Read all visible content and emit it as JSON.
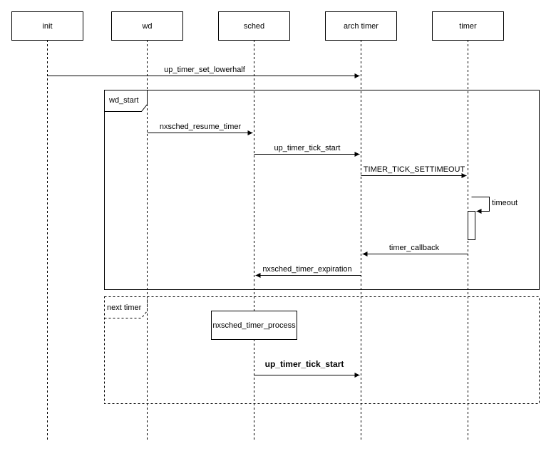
{
  "participants": [
    {
      "name": "init"
    },
    {
      "name": "wd"
    },
    {
      "name": "sched"
    },
    {
      "name": "arch timer"
    },
    {
      "name": "timer"
    }
  ],
  "messages": [
    {
      "label": "up_timer_set_lowerhalf",
      "from": "init",
      "to": "arch timer"
    },
    {
      "label": "nxsched_resume_timer",
      "from": "wd",
      "to": "sched"
    },
    {
      "label": "up_timer_tick_start",
      "from": "sched",
      "to": "arch timer"
    },
    {
      "label": "TIMER_TICK_SETTIMEOUT",
      "from": "arch timer",
      "to": "timer"
    },
    {
      "label": "timeout",
      "from": "timer",
      "to": "timer"
    },
    {
      "label": "timer_callback",
      "from": "timer",
      "to": "arch timer"
    },
    {
      "label": "nxsched_timer_expiration",
      "from": "arch timer",
      "to": "sched"
    },
    {
      "label": "up_timer_tick_start",
      "from": "sched",
      "to": "arch timer"
    }
  ],
  "fragments": [
    {
      "label": "wd_start",
      "style": "solid"
    },
    {
      "label": "next timer",
      "style": "dashed"
    }
  ],
  "process_box": {
    "label": "nxsched_timer_process"
  }
}
